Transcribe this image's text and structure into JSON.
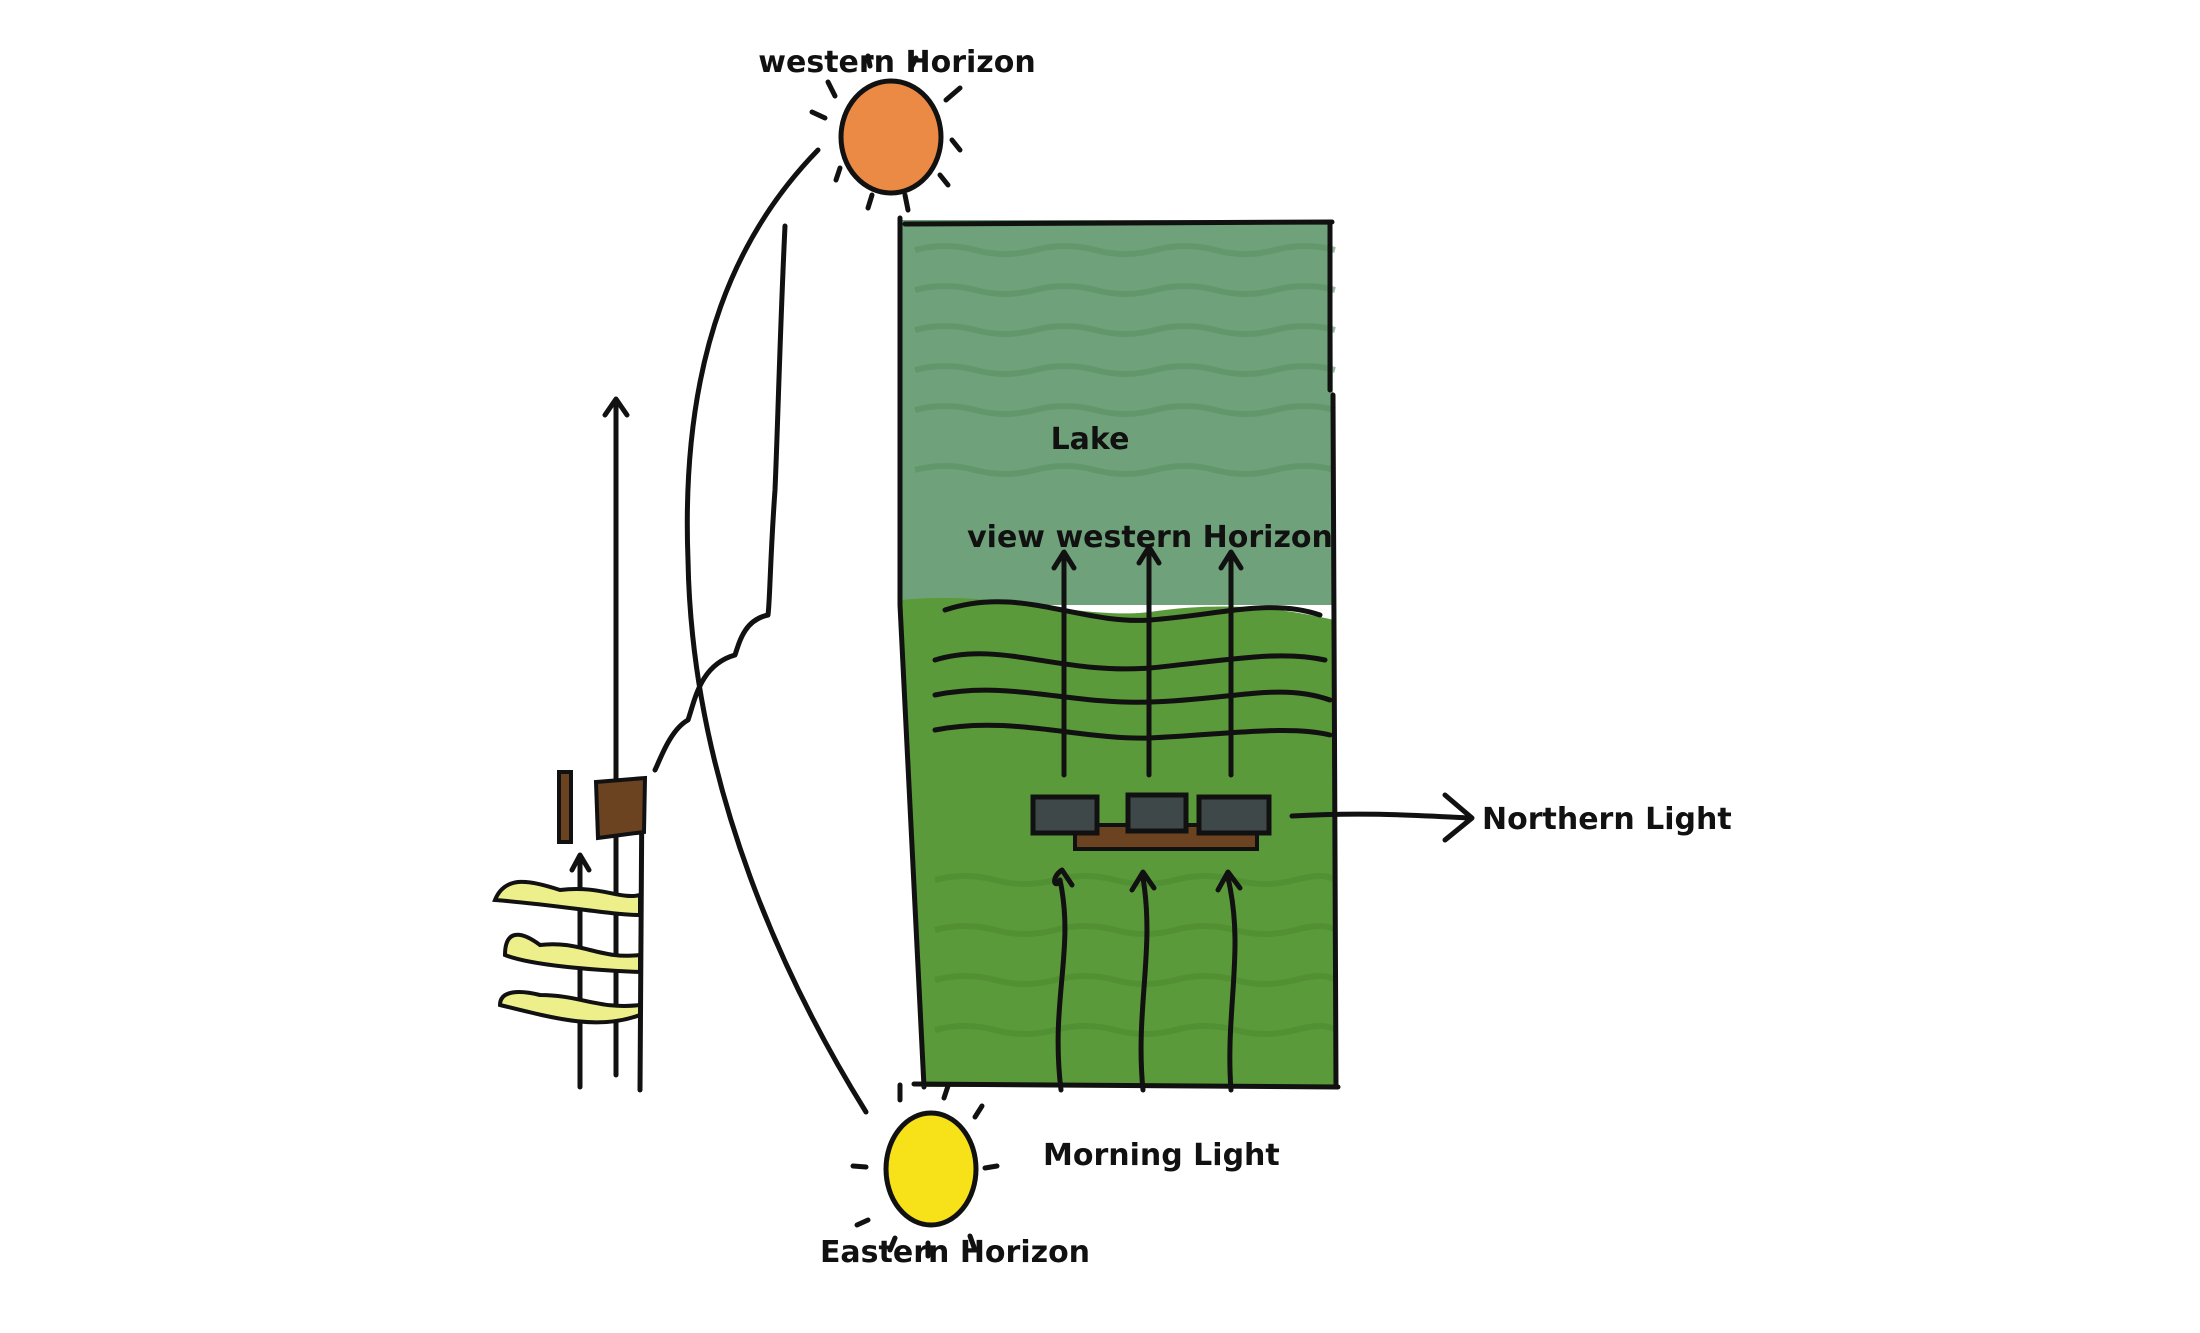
{
  "labels": {
    "western_horizon": "western Horizon",
    "lake": "Lake",
    "view_western_horizon": "view western Horizon",
    "northern_light": "Northern Light",
    "morning_light": "Morning Light",
    "eastern_horizon": "Eastern Horizon"
  },
  "colors": {
    "lake": "#6fa27a",
    "lake_dark": "#5a9163",
    "land": "#5b9a3a",
    "land_dark": "#4d8a30",
    "sunset": "#ea8a45",
    "sunrise": "#f7e21a",
    "building": "#6b4321",
    "window": "#3f4848",
    "trees": "#edf08a"
  }
}
